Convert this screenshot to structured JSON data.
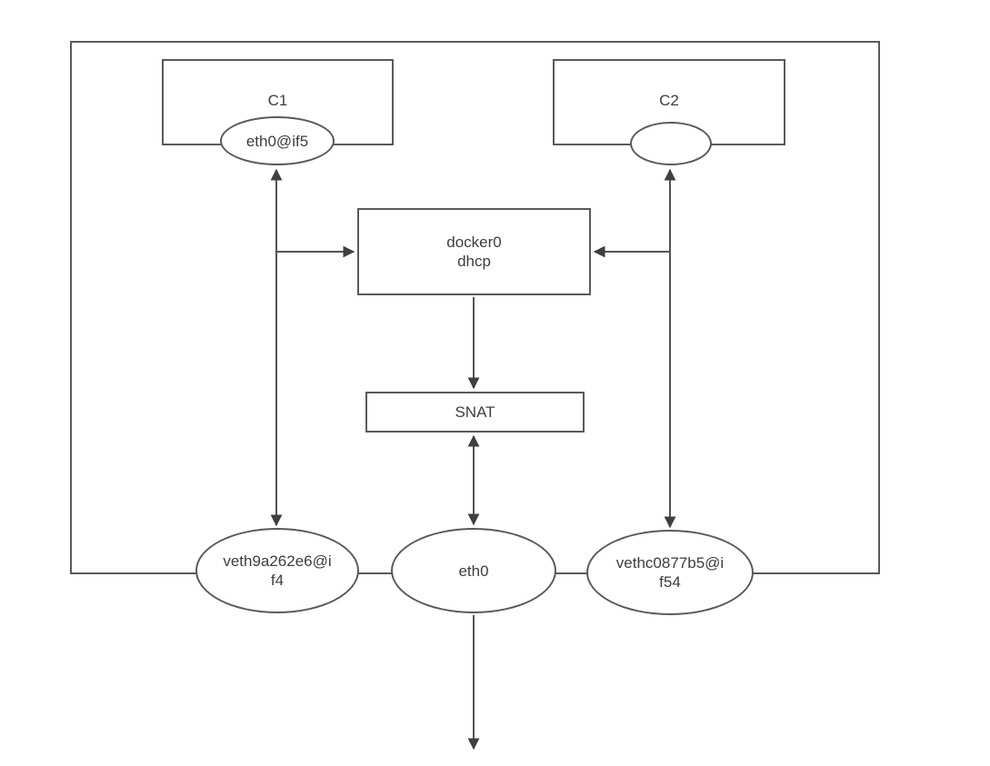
{
  "colors": {
    "line": "#545454",
    "arrowhead": "#3f3f3f",
    "text": "#3d3d3d",
    "shape_fill": "#ffffff",
    "background": "#ffffff"
  },
  "host": {
    "containers": [
      {
        "name": "C1",
        "interface": "eth0@if5"
      },
      {
        "name": "C2",
        "interface": ""
      }
    ],
    "bridge": {
      "line1": "docker0",
      "line2": "dhcp"
    },
    "nat": "SNAT",
    "veth_left": {
      "full": "veth9a262e6@if4",
      "line1": "veth9a262e6@i",
      "line2": "f4"
    },
    "host_nic": "eth0",
    "veth_right": {
      "full": "vethc0877b5@if54",
      "line1": "vethc0877b5@i",
      "line2": "f54"
    }
  }
}
